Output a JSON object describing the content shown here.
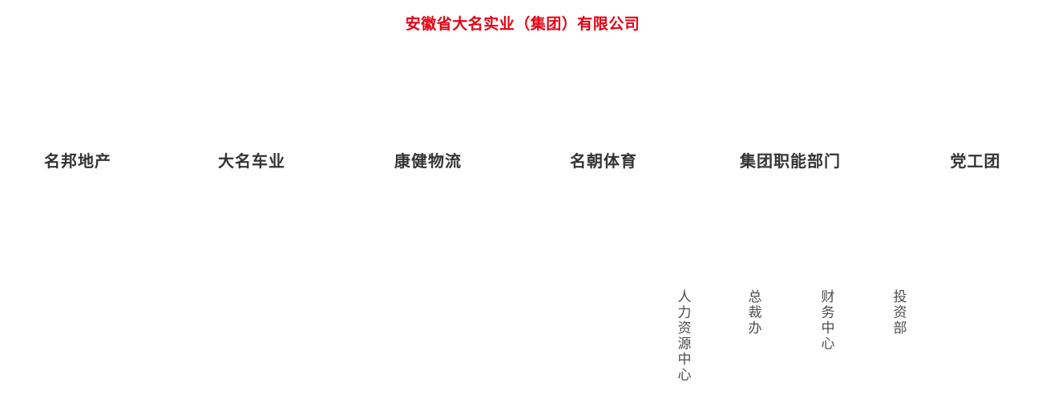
{
  "title": {
    "text": "安徽省大名实业（集团）有限公司"
  },
  "org_chart": {
    "divisions": [
      {
        "label": "名邦地产"
      },
      {
        "label": "大名车业"
      },
      {
        "label": "康健物流"
      },
      {
        "label": "名朝体育"
      },
      {
        "label": "集团职能部门",
        "children": [
          "人力资源中心",
          "总裁办",
          "财务中心",
          "投资部"
        ]
      },
      {
        "label": "党工团"
      }
    ]
  },
  "colors": {
    "title_red": "#e60012",
    "division_label": "#333333",
    "department_label": "#4d4d4d",
    "background": "#ffffff"
  }
}
